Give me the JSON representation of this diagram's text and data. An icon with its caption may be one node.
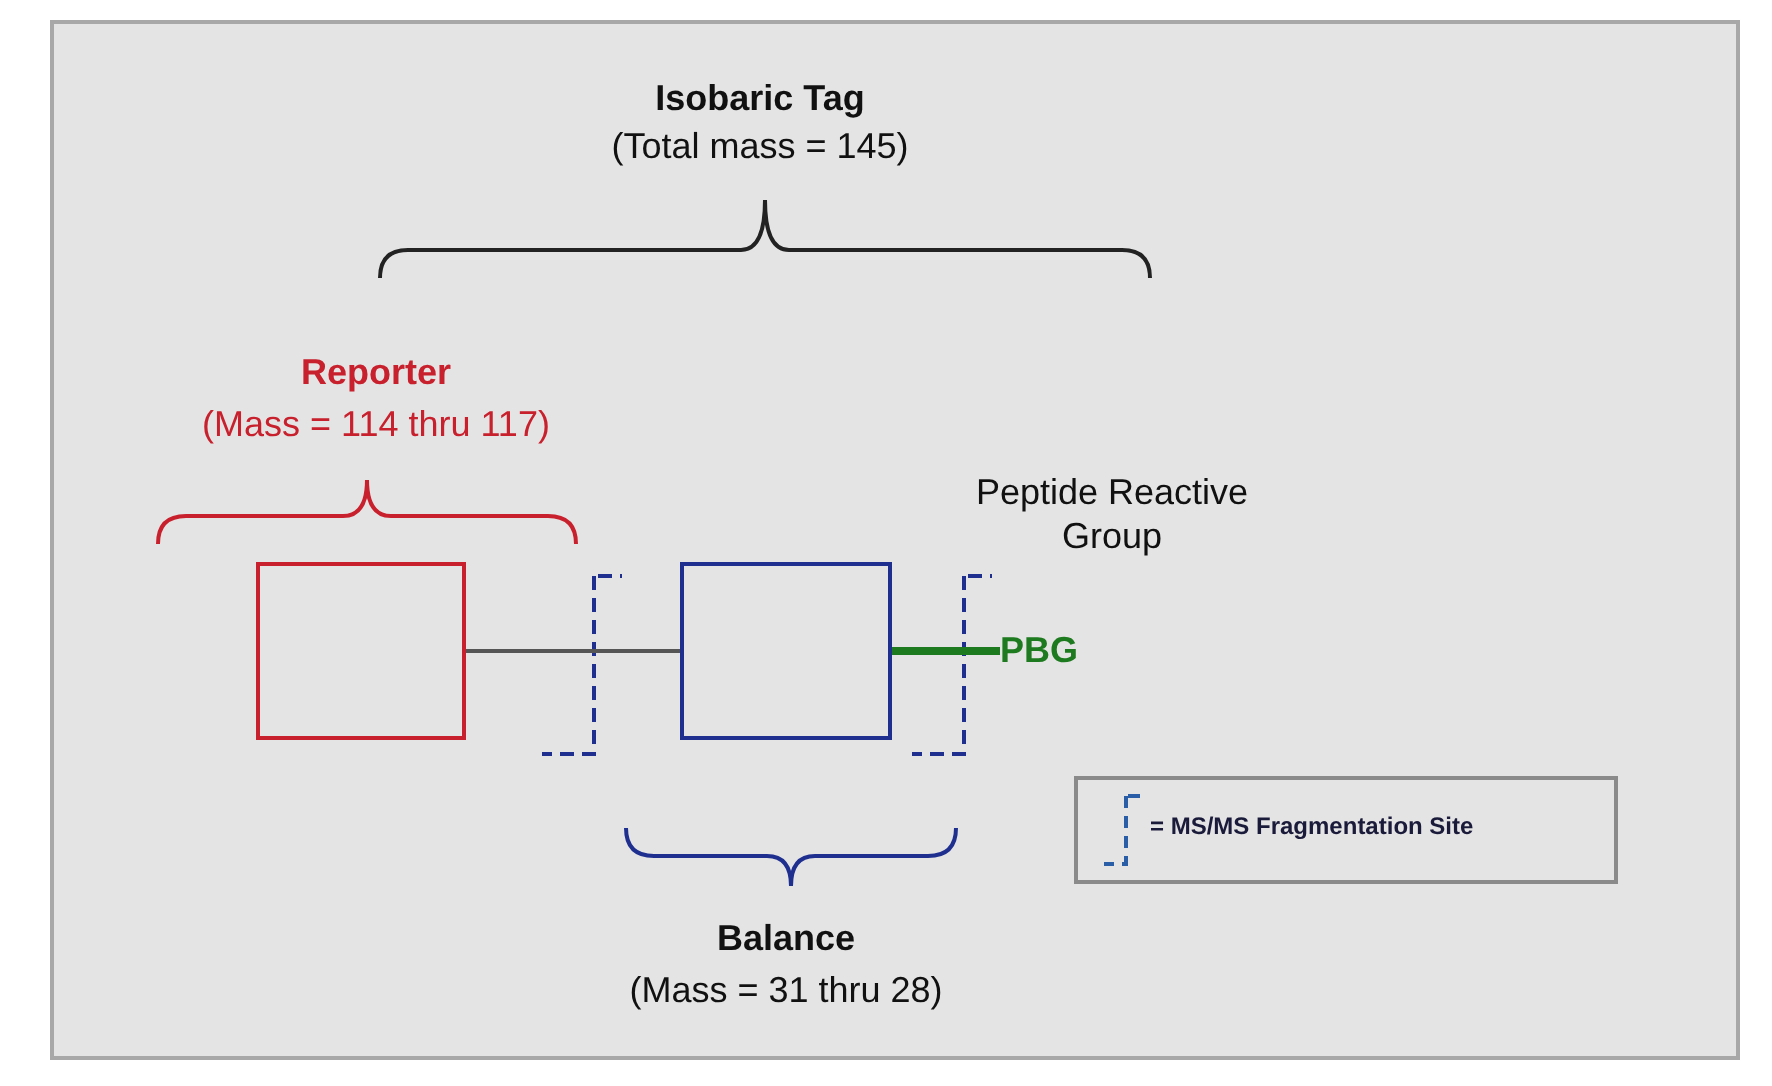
{
  "diagram": {
    "nodes": [
      {
        "text": [],
        "shape": "box"
      },
      {
        "text": [],
        "shape": "box"
      },
      {
        "text": [
          "PBG"
        ]
      }
    ],
    "edges": [
      {
        "from": 0,
        "to": 1,
        "arrow": "none"
      },
      {
        "from": 1,
        "to": 2,
        "arrow": "none",
        "style": "thick",
        "color": "#1e7a1e"
      }
    ],
    "labels": [
      "Isobaric Tag",
      "(Total mass = 145)",
      "Reporter",
      "(Mass = 114 thru 117)",
      "Peptide Reactive Group",
      "Balance",
      "(Mass = 31 thru 28)"
    ],
    "legend": [
      {
        "text": "= MS/MS Fragmentation Site"
      }
    ]
  }
}
